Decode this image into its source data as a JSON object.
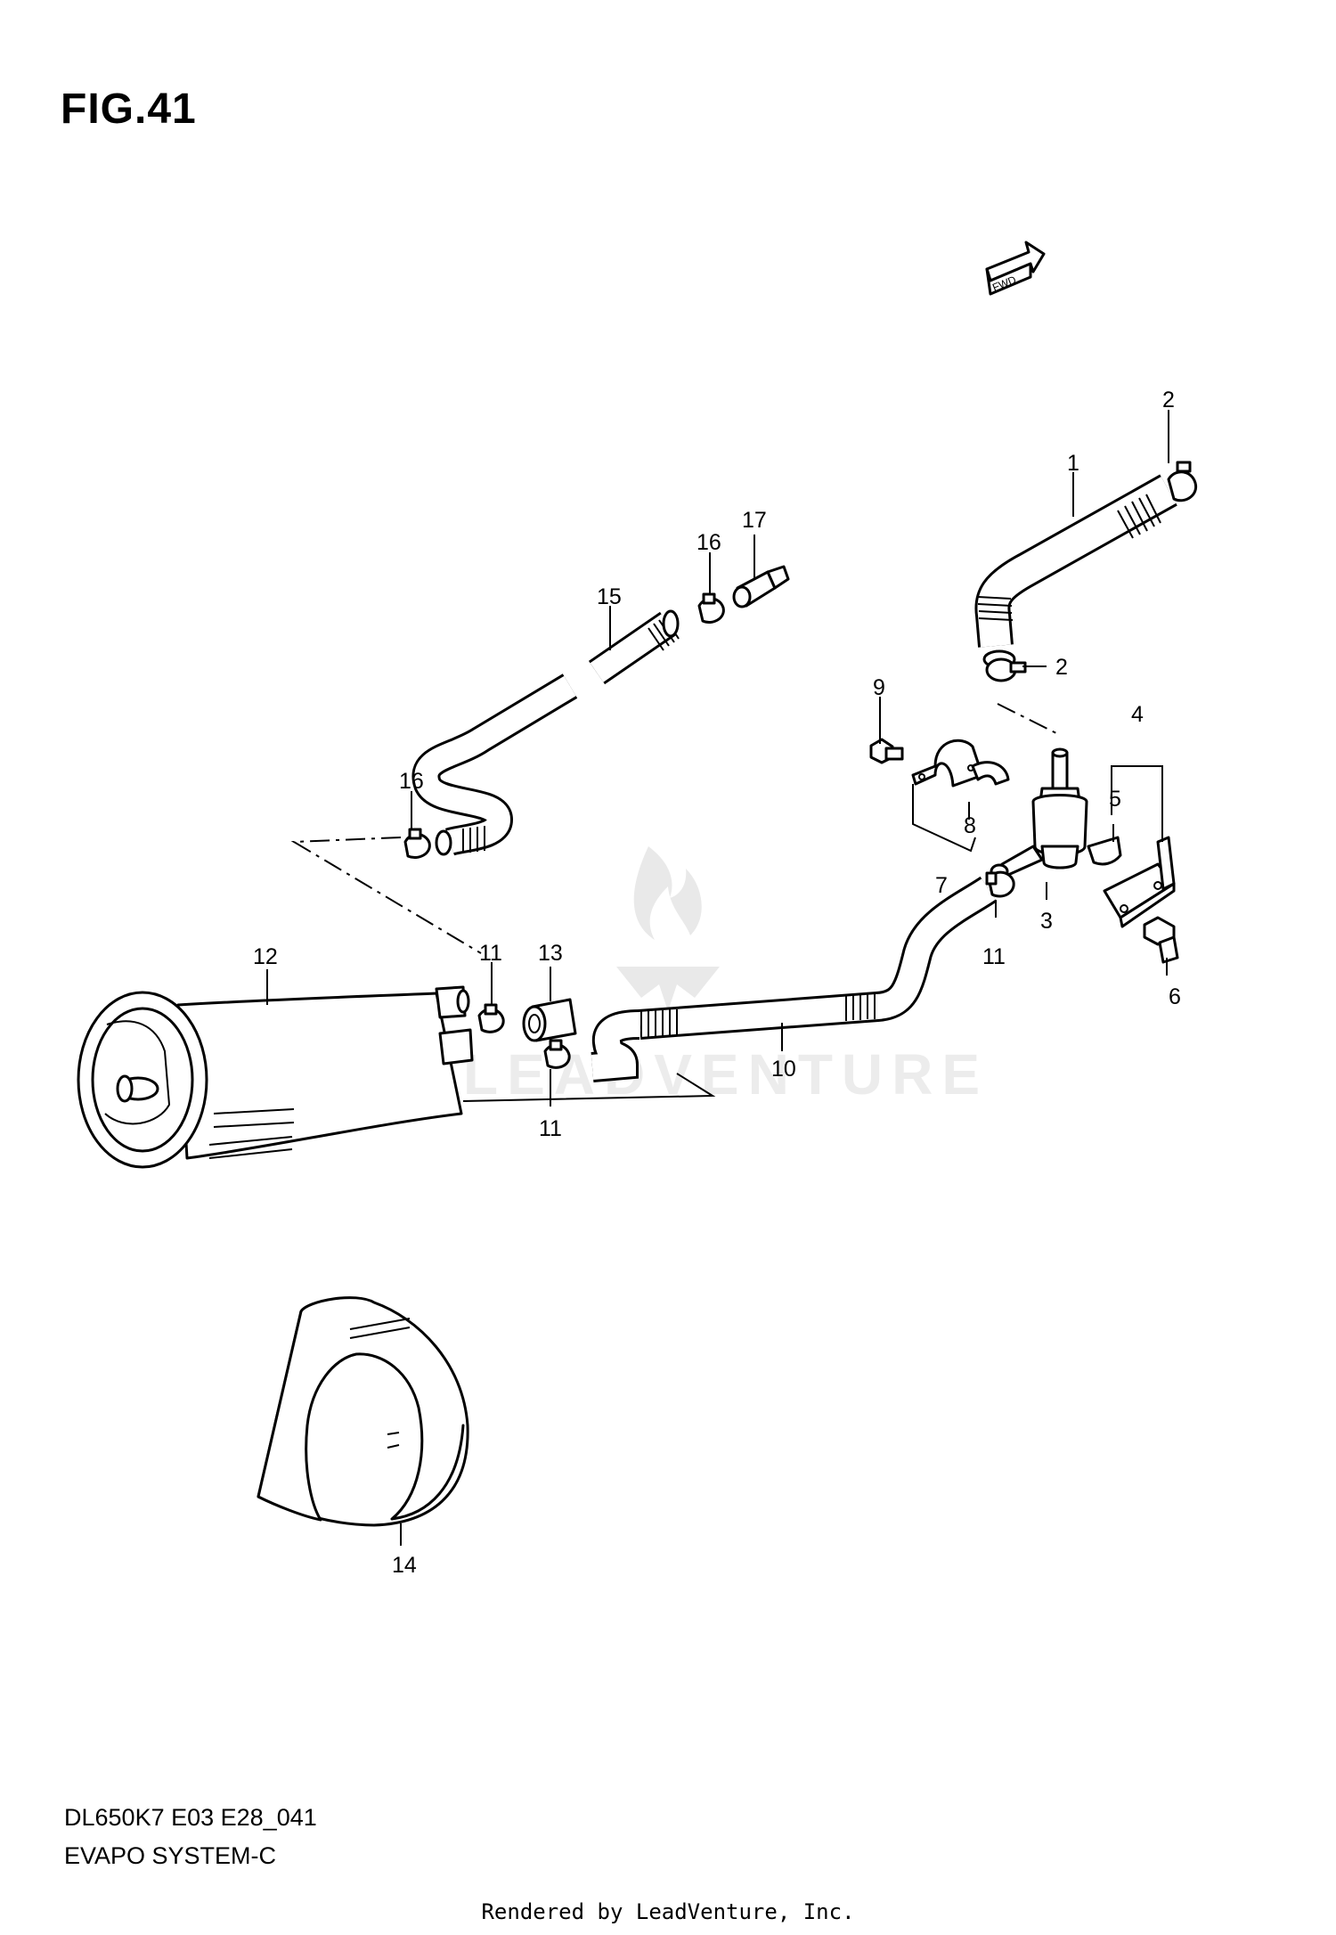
{
  "figure": {
    "title": "FIG.41",
    "fwd_label": "FWD"
  },
  "callouts": {
    "c1": "1",
    "c2a": "2",
    "c2b": "2",
    "c3": "3",
    "c4": "4",
    "c5": "5",
    "c6": "6",
    "c7": "7",
    "c8": "8",
    "c9": "9",
    "c10": "10",
    "c11a": "11",
    "c11b": "11",
    "c11c": "11",
    "c12": "12",
    "c13": "13",
    "c14": "14",
    "c15": "15",
    "c16a": "16",
    "c16b": "16",
    "c17": "17"
  },
  "watermark": "LEADVENTURE",
  "footer": {
    "model_code": "DL650K7 E03 E28_041",
    "section_name": "EVAPO SYSTEM-C",
    "rendered_by": "Rendered by LeadVenture, Inc."
  }
}
